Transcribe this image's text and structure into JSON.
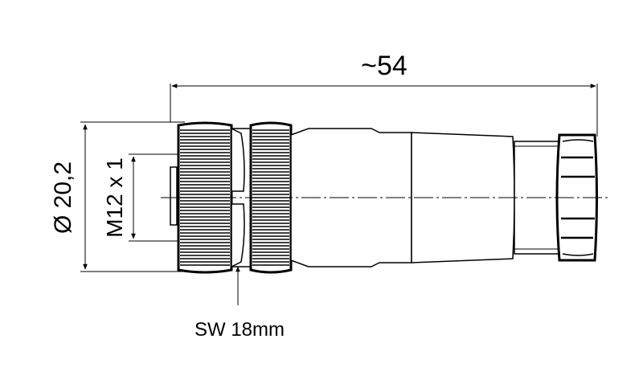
{
  "dimensions": {
    "overall_length": "~54",
    "diameter": "Ø 20,2",
    "thread": "M12 x 1",
    "wrench_size": "SW 18mm"
  },
  "colors": {
    "line": "#000000",
    "background": "#ffffff"
  }
}
